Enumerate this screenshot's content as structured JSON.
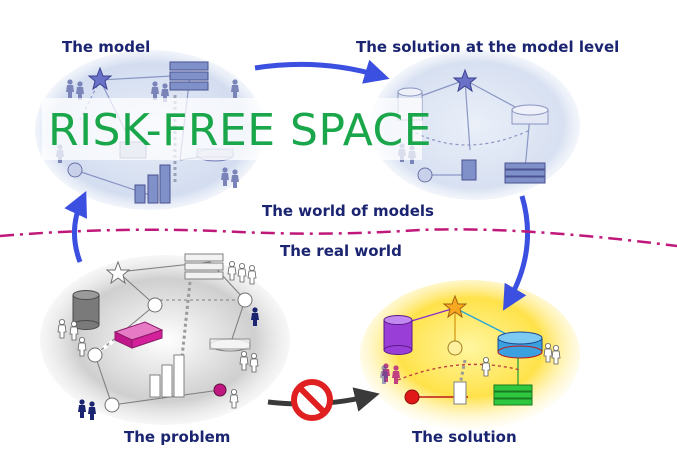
{
  "labels": {
    "model": "The model",
    "solution_model": "The solution at the model level",
    "world_of_models": "The world of models",
    "real_world": "The real world",
    "problem": "The problem",
    "solution": "The solution"
  },
  "banner": {
    "text": "RISK-FREE SPACE"
  },
  "colors": {
    "label": "#1a2470",
    "banner_text": "#1aa64a",
    "arrow": "#3b4fe0",
    "divider": "#c0187a",
    "forbidden": "#e02020",
    "highlight": "#ffe24a"
  },
  "icons": [
    "star-icon",
    "person-pair-icon",
    "person-icon",
    "database-icon",
    "server-stack-icon",
    "forbidden-icon",
    "arrow-icon"
  ]
}
